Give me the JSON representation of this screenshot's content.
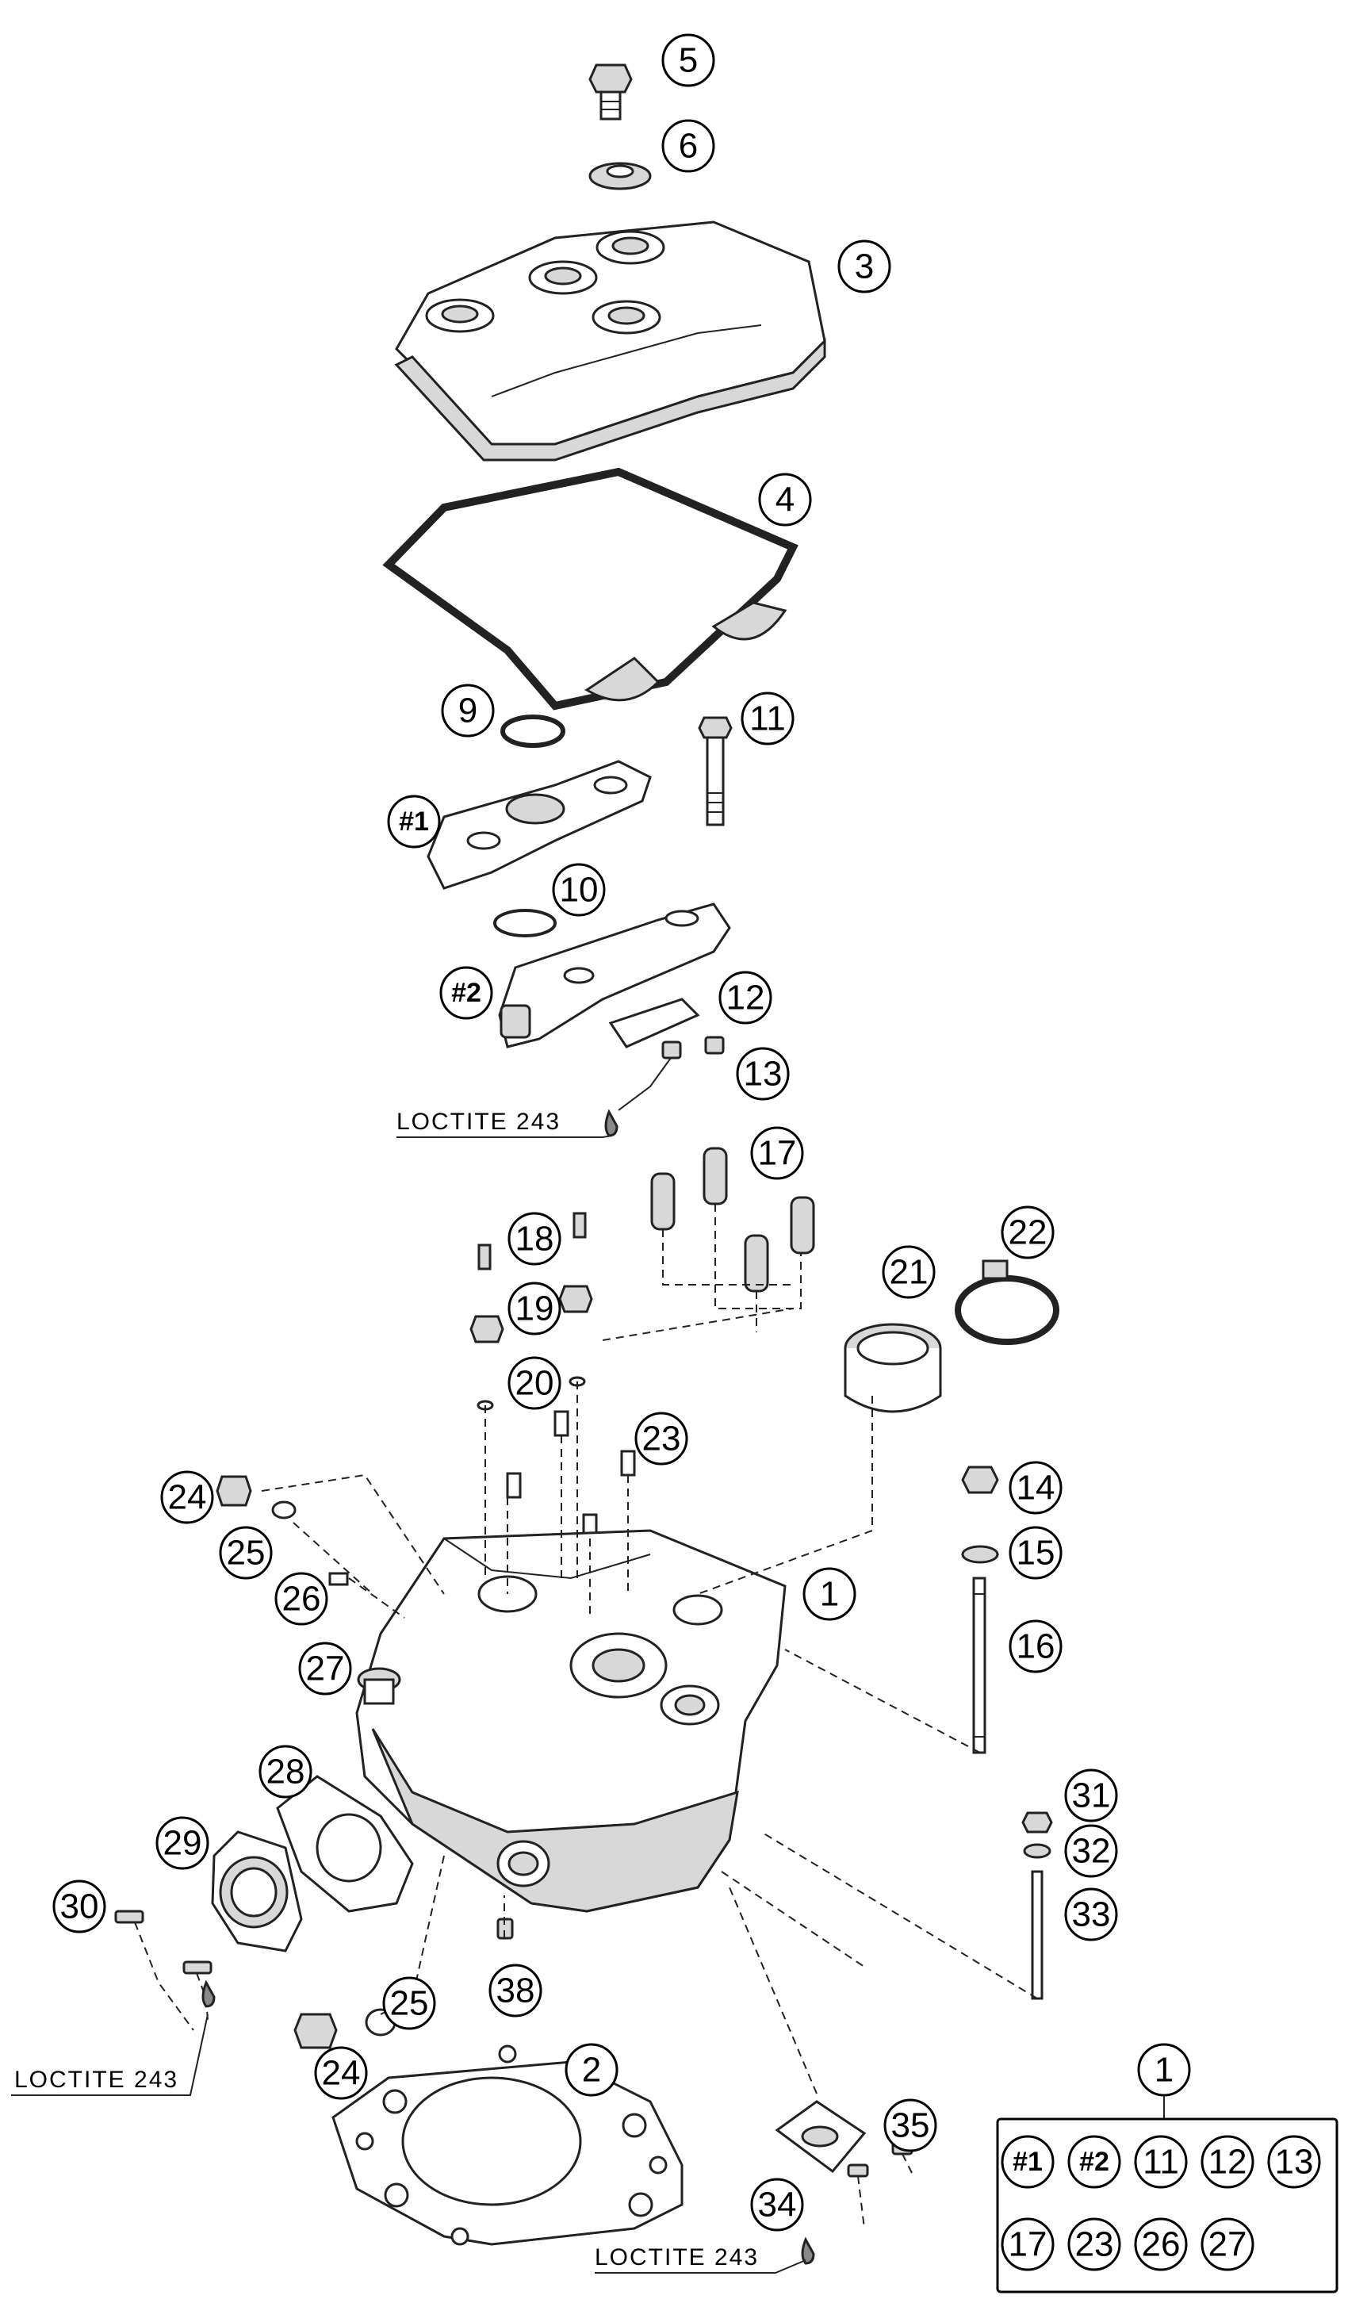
{
  "callouts": {
    "c5": "5",
    "c6": "6",
    "c3": "3",
    "c4": "4",
    "c9": "9",
    "c11": "11",
    "cm1": "#1",
    "c10": "10",
    "cm2": "#2",
    "c12": "12",
    "c13": "13",
    "c17": "17",
    "c18": "18",
    "c22": "22",
    "c21": "21",
    "c19": "19",
    "c20": "20",
    "c23": "23",
    "c14": "14",
    "c24a": "24",
    "c15": "15",
    "c25a": "25",
    "c1": "1",
    "c26": "26",
    "c16": "16",
    "c27": "27",
    "c28": "28",
    "c31": "31",
    "c29": "29",
    "c32": "32",
    "c30": "30",
    "c33": "33",
    "c25b": "25",
    "c38": "38",
    "c24b": "24",
    "c2": "2",
    "c35": "35",
    "c34": "34"
  },
  "notes": {
    "loctite_top": "LOCTITE 243",
    "loctite_left": "LOCTITE 243",
    "loctite_bottom": "LOCTITE 243"
  },
  "kit": {
    "header": "1",
    "row1": [
      "#1",
      "#2",
      "11",
      "12",
      "13"
    ],
    "row2": [
      "17",
      "23",
      "26",
      "27"
    ]
  }
}
